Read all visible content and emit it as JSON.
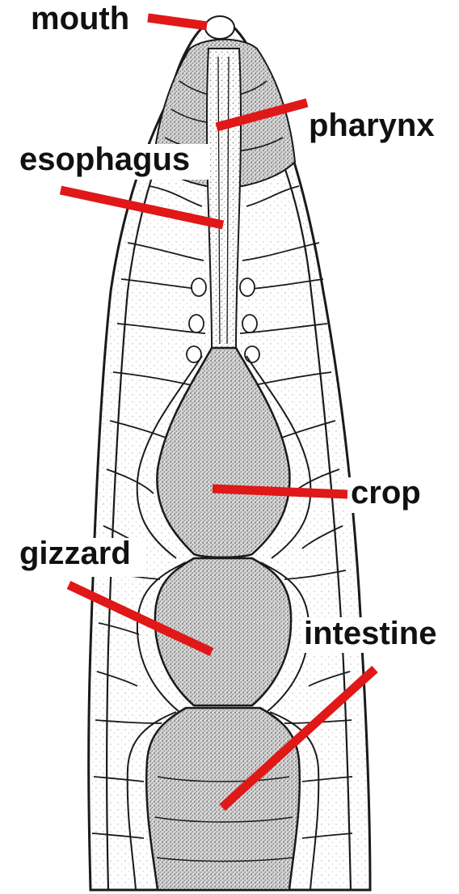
{
  "labels": {
    "mouth": "mouth",
    "pharynx": "pharynx",
    "esophagus": "esophagus",
    "crop": "crop",
    "gizzard": "gizzard",
    "intestine": "intestine"
  },
  "colors": {
    "pointer": "#e01818",
    "outline": "#1a1a1a",
    "stipple": "#9a9a9a",
    "background": "#ffffff"
  }
}
